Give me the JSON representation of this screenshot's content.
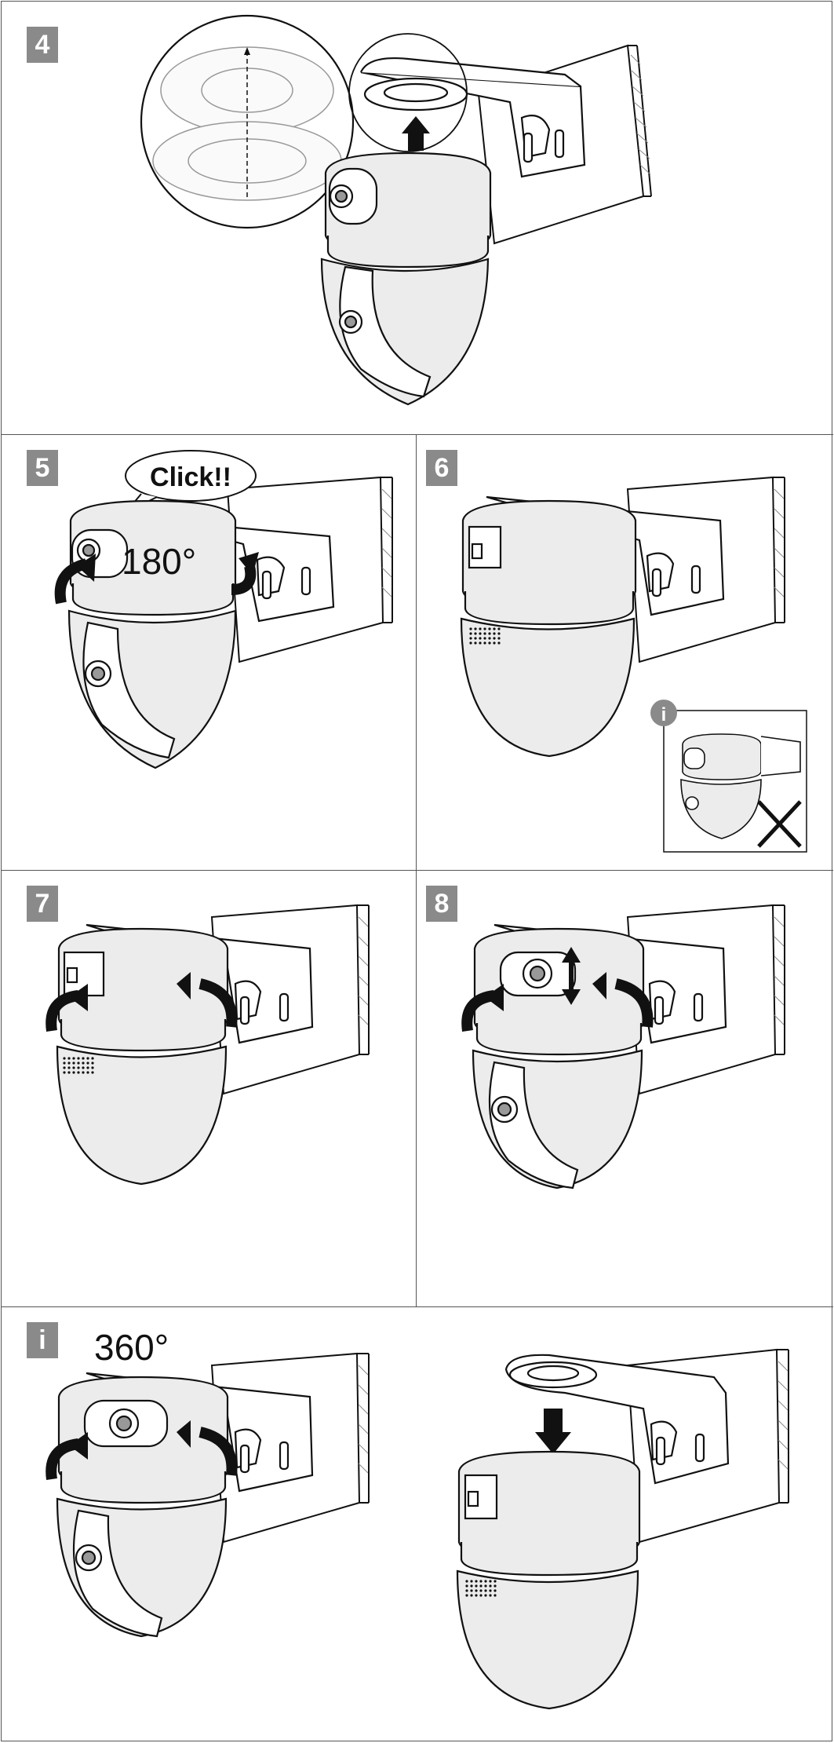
{
  "steps": {
    "s4": {
      "badge": "4"
    },
    "s5": {
      "badge": "5",
      "bubble": "Click!!",
      "rotation": "180°"
    },
    "s6": {
      "badge": "6",
      "note_icon": "info-icon",
      "wrong_mark": "cross-icon"
    },
    "s7": {
      "badge": "7"
    },
    "s8": {
      "badge": "8"
    },
    "si": {
      "badge": "i",
      "rotation": "360°"
    }
  },
  "colors": {
    "badge": "#8a8a8a",
    "line": "#111111",
    "camera_fill": "#ececec",
    "arrow": "#111111"
  }
}
